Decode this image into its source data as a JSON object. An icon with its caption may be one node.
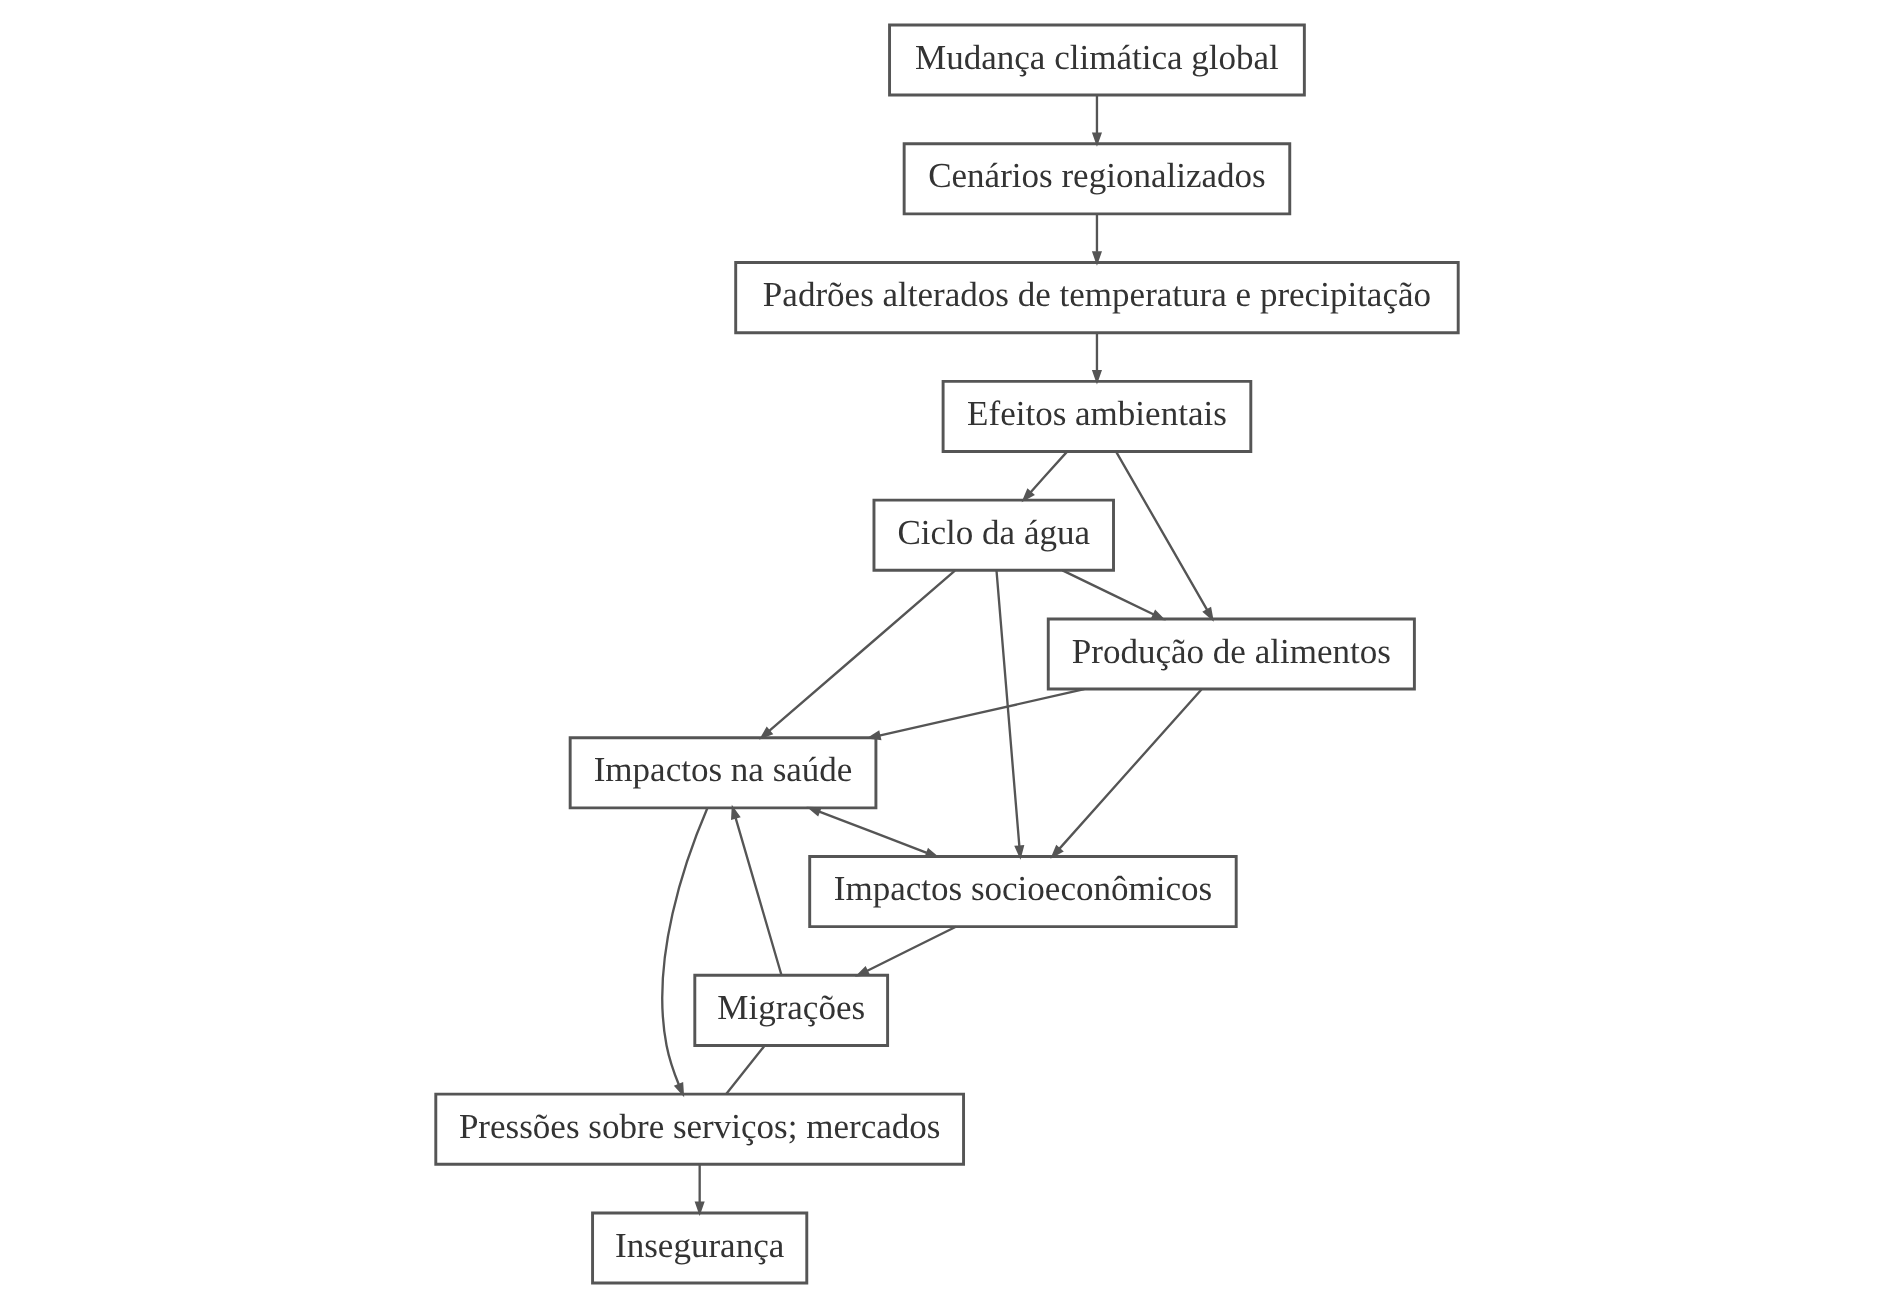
{
  "diagram": {
    "nodes": [
      {
        "text": [
          "Mudança climática global"
        ]
      },
      {
        "text": [
          "Cenários regionalizados"
        ]
      },
      {
        "text": [
          "Padrões alterados de temperatura e precipitação"
        ]
      },
      {
        "text": [
          "Efeitos ambientais"
        ]
      },
      {
        "text": [
          "Ciclo da água"
        ]
      },
      {
        "text": [
          "Insegurança"
        ]
      },
      {
        "text": [
          "Impactos na saúde"
        ]
      },
      {
        "text": [
          "Produção de alimentos"
        ]
      },
      {
        "text": [
          "Impactos socioeconômicos"
        ]
      },
      {
        "text": [
          "Migrações"
        ]
      },
      {
        "text": [
          "Pressões sobre serviços; mercados"
        ]
      }
    ],
    "edges": [
      {
        "from": 0,
        "to": 1,
        "arrow": "to"
      },
      {
        "from": 1,
        "to": 2,
        "arrow": "to"
      },
      {
        "from": 2,
        "to": 3,
        "arrow": "to"
      },
      {
        "from": 3,
        "to": 7,
        "arrow": "to"
      },
      {
        "from": 3,
        "to": 4,
        "arrow": "to"
      },
      {
        "from": 4,
        "to": 7,
        "arrow": "to"
      },
      {
        "from": 7,
        "to": 6,
        "arrow": "to"
      },
      {
        "from": 7,
        "to": 8,
        "arrow": "to"
      },
      {
        "from": 4,
        "to": 6,
        "arrow": "to"
      },
      {
        "from": 4,
        "to": 8,
        "arrow": "to"
      },
      {
        "from": 6,
        "to": 8,
        "arrow": "both"
      },
      {
        "from": 8,
        "to": 9,
        "arrow": "to"
      },
      {
        "from": 9,
        "to": 6,
        "arrow": "to"
      },
      {
        "from": 6,
        "to": 10,
        "arrow": "to"
      },
      {
        "from": 9,
        "to": 10,
        "arrow": "none"
      },
      {
        "from": 10,
        "to": 5,
        "arrow": "to"
      }
    ]
  }
}
